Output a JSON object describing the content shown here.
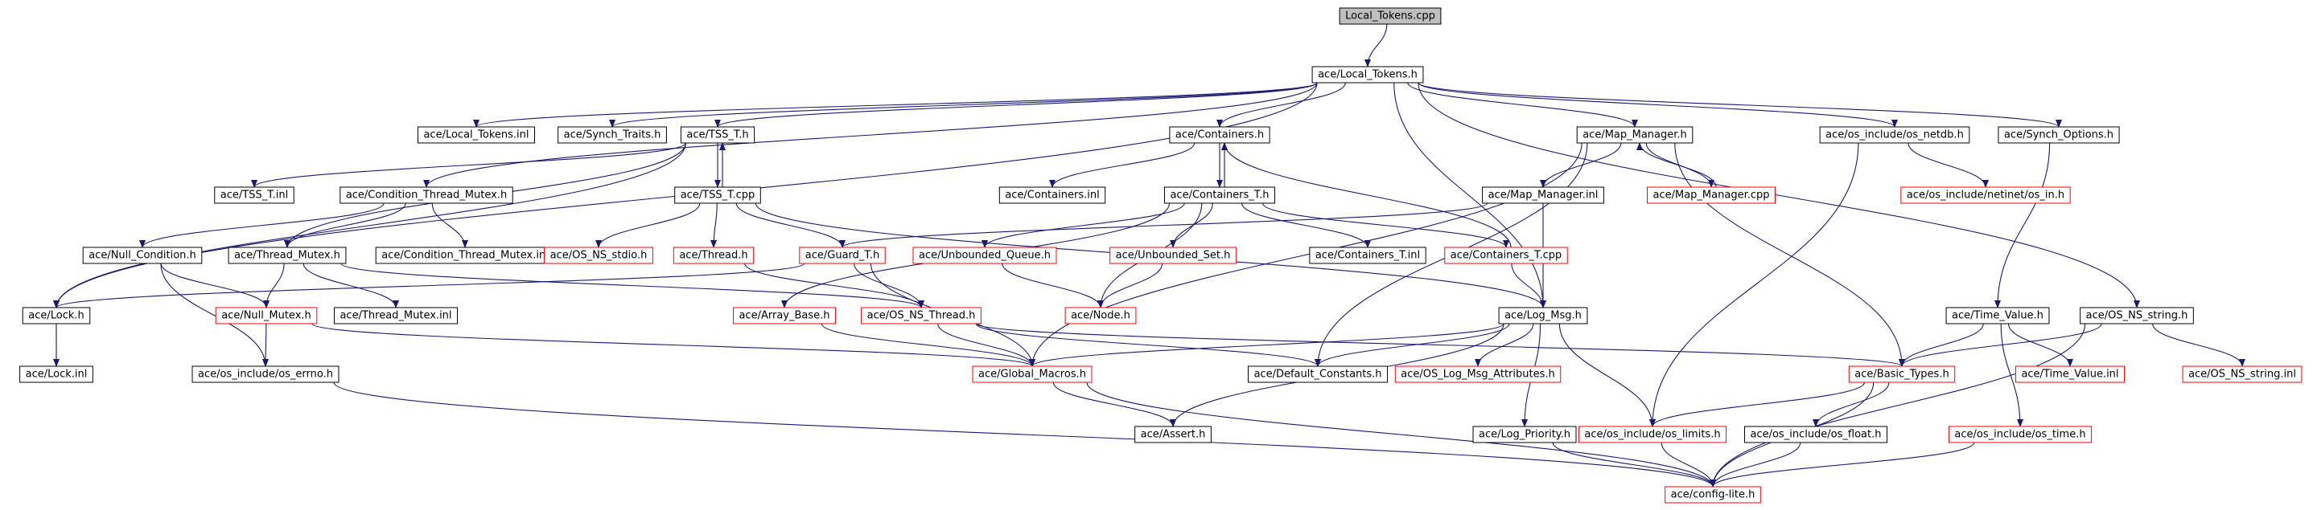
{
  "graph": {
    "nodes": [
      {
        "id": "Local_Tokens.cpp",
        "label": "Local_Tokens.cpp",
        "style": "root"
      },
      {
        "id": "Local_Tokens.h",
        "label": "ace/Local_Tokens.h",
        "style": "black"
      },
      {
        "id": "Local_Tokens.inl",
        "label": "ace/Local_Tokens.inl",
        "style": "black"
      },
      {
        "id": "Synch_Traits.h",
        "label": "ace/Synch_Traits.h",
        "style": "black"
      },
      {
        "id": "TSS_T.h",
        "label": "ace/TSS_T.h",
        "style": "black"
      },
      {
        "id": "Containers.h",
        "label": "ace/Containers.h",
        "style": "black"
      },
      {
        "id": "Map_Manager.h",
        "label": "ace/Map_Manager.h",
        "style": "black"
      },
      {
        "id": "os_netdb.h",
        "label": "ace/os_include/os_netdb.h",
        "style": "black"
      },
      {
        "id": "Synch_Options.h",
        "label": "ace/Synch_Options.h",
        "style": "black"
      },
      {
        "id": "TSS_T.inl",
        "label": "ace/TSS_T.inl",
        "style": "black"
      },
      {
        "id": "Condition_Thread_Mutex.h",
        "label": "ace/Condition_Thread_Mutex.h",
        "style": "black"
      },
      {
        "id": "TSS_T.cpp",
        "label": "ace/TSS_T.cpp",
        "style": "black"
      },
      {
        "id": "Containers.inl",
        "label": "ace/Containers.inl",
        "style": "black"
      },
      {
        "id": "Containers_T.h",
        "label": "ace/Containers_T.h",
        "style": "black"
      },
      {
        "id": "Map_Manager.inl",
        "label": "ace/Map_Manager.inl",
        "style": "black"
      },
      {
        "id": "Map_Manager.cpp",
        "label": "ace/Map_Manager.cpp",
        "style": "red"
      },
      {
        "id": "os_in.h",
        "label": "ace/os_include/netinet/os_in.h",
        "style": "red"
      },
      {
        "id": "Null_Condition.h",
        "label": "ace/Null_Condition.h",
        "style": "black"
      },
      {
        "id": "Thread_Mutex.h",
        "label": "ace/Thread_Mutex.h",
        "style": "black"
      },
      {
        "id": "Condition_Thread_Mutex.inl",
        "label": "ace/Condition_Thread_Mutex.inl",
        "style": "black"
      },
      {
        "id": "OS_NS_stdio.h",
        "label": "ace/OS_NS_stdio.h",
        "style": "red"
      },
      {
        "id": "Thread.h",
        "label": "ace/Thread.h",
        "style": "red"
      },
      {
        "id": "Guard_T.h",
        "label": "ace/Guard_T.h",
        "style": "red"
      },
      {
        "id": "Unbounded_Queue.h",
        "label": "ace/Unbounded_Queue.h",
        "style": "red"
      },
      {
        "id": "Unbounded_Set.h",
        "label": "ace/Unbounded_Set.h",
        "style": "red"
      },
      {
        "id": "Containers_T.inl",
        "label": "ace/Containers_T.inl",
        "style": "black"
      },
      {
        "id": "Containers_T.cpp",
        "label": "ace/Containers_T.cpp",
        "style": "red"
      },
      {
        "id": "Lock.h",
        "label": "ace/Lock.h",
        "style": "black"
      },
      {
        "id": "Null_Mutex.h",
        "label": "ace/Null_Mutex.h",
        "style": "red"
      },
      {
        "id": "Thread_Mutex.inl",
        "label": "ace/Thread_Mutex.inl",
        "style": "black"
      },
      {
        "id": "Array_Base.h",
        "label": "ace/Array_Base.h",
        "style": "red"
      },
      {
        "id": "OS_NS_Thread.h",
        "label": "ace/OS_NS_Thread.h",
        "style": "red"
      },
      {
        "id": "Node.h",
        "label": "ace/Node.h",
        "style": "red"
      },
      {
        "id": "Log_Msg.h",
        "label": "ace/Log_Msg.h",
        "style": "black"
      },
      {
        "id": "Time_Value.h",
        "label": "ace/Time_Value.h",
        "style": "black"
      },
      {
        "id": "OS_NS_string.h",
        "label": "ace/OS_NS_string.h",
        "style": "black"
      },
      {
        "id": "Lock.inl",
        "label": "ace/Lock.inl",
        "style": "black"
      },
      {
        "id": "os_errno.h",
        "label": "ace/os_include/os_errno.h",
        "style": "black"
      },
      {
        "id": "Global_Macros.h",
        "label": "ace/Global_Macros.h",
        "style": "red"
      },
      {
        "id": "Default_Constants.h",
        "label": "ace/Default_Constants.h",
        "style": "black"
      },
      {
        "id": "OS_Log_Msg_Attributes.h",
        "label": "ace/OS_Log_Msg_Attributes.h",
        "style": "red"
      },
      {
        "id": "Basic_Types.h",
        "label": "ace/Basic_Types.h",
        "style": "red"
      },
      {
        "id": "Time_Value.inl",
        "label": "ace/Time_Value.inl",
        "style": "red"
      },
      {
        "id": "OS_NS_string.inl",
        "label": "ace/OS_NS_string.inl",
        "style": "red"
      },
      {
        "id": "Assert.h",
        "label": "ace/Assert.h",
        "style": "black"
      },
      {
        "id": "Log_Priority.h",
        "label": "ace/Log_Priority.h",
        "style": "black"
      },
      {
        "id": "os_limits.h",
        "label": "ace/os_include/os_limits.h",
        "style": "red"
      },
      {
        "id": "os_float.h",
        "label": "ace/os_include/os_float.h",
        "style": "black"
      },
      {
        "id": "os_time.h",
        "label": "ace/os_include/os_time.h",
        "style": "red"
      },
      {
        "id": "config-lite.h",
        "label": "ace/config-lite.h",
        "style": "red"
      }
    ],
    "edges": [
      [
        "Local_Tokens.cpp",
        "Local_Tokens.h"
      ],
      [
        "Local_Tokens.h",
        "Local_Tokens.inl"
      ],
      [
        "Local_Tokens.h",
        "Synch_Traits.h"
      ],
      [
        "Local_Tokens.h",
        "TSS_T.h"
      ],
      [
        "Local_Tokens.h",
        "Containers.h"
      ],
      [
        "Local_Tokens.h",
        "Map_Manager.h"
      ],
      [
        "Local_Tokens.h",
        "os_netdb.h"
      ],
      [
        "Local_Tokens.h",
        "Synch_Options.h"
      ],
      [
        "Local_Tokens.h",
        "Condition_Thread_Mutex.h"
      ],
      [
        "Local_Tokens.h",
        "Lock.h"
      ],
      [
        "Local_Tokens.h",
        "Log_Msg.h"
      ],
      [
        "Local_Tokens.h",
        "OS_NS_string.h"
      ],
      [
        "TSS_T.h",
        "TSS_T.inl"
      ],
      [
        "TSS_T.h",
        "TSS_T.cpp"
      ],
      [
        "TSS_T.h",
        "Thread_Mutex.h"
      ],
      [
        "TSS_T.h",
        "Lock.h"
      ],
      [
        "TSS_T.cpp",
        "TSS_T.h"
      ],
      [
        "TSS_T.cpp",
        "OS_NS_stdio.h"
      ],
      [
        "TSS_T.cpp",
        "Thread.h"
      ],
      [
        "TSS_T.cpp",
        "Guard_T.h"
      ],
      [
        "TSS_T.cpp",
        "Log_Msg.h"
      ],
      [
        "Condition_Thread_Mutex.h",
        "Condition_Thread_Mutex.inl"
      ],
      [
        "Condition_Thread_Mutex.h",
        "Thread_Mutex.h"
      ],
      [
        "Condition_Thread_Mutex.h",
        "Null_Condition.h"
      ],
      [
        "Null_Condition.h",
        "Null_Mutex.h"
      ],
      [
        "Null_Condition.h",
        "os_errno.h"
      ],
      [
        "Thread_Mutex.h",
        "Thread_Mutex.inl"
      ],
      [
        "Thread_Mutex.h",
        "Null_Mutex.h"
      ],
      [
        "Thread_Mutex.h",
        "OS_NS_Thread.h"
      ],
      [
        "Null_Mutex.h",
        "os_errno.h"
      ],
      [
        "Null_Mutex.h",
        "Global_Macros.h"
      ],
      [
        "Lock.h",
        "Lock.inl"
      ],
      [
        "Guard_T.h",
        "Lock.h"
      ],
      [
        "Guard_T.h",
        "OS_NS_Thread.h"
      ],
      [
        "Guard_T.h",
        "Global_Macros.h"
      ],
      [
        "Thread.h",
        "OS_NS_Thread.h"
      ],
      [
        "Containers.h",
        "Containers.inl"
      ],
      [
        "Containers.h",
        "Containers_T.h"
      ],
      [
        "Containers_T.h",
        "Containers.h"
      ],
      [
        "Containers_T.h",
        "Array_Base.h"
      ],
      [
        "Containers_T.h",
        "Unbounded_Queue.h"
      ],
      [
        "Containers_T.h",
        "Unbounded_Set.h"
      ],
      [
        "Containers_T.h",
        "Node.h"
      ],
      [
        "Containers_T.h",
        "Containers_T.inl"
      ],
      [
        "Containers_T.h",
        "Containers_T.cpp"
      ],
      [
        "Containers_T.cpp",
        "Containers.h"
      ],
      [
        "Containers_T.cpp",
        "Log_Msg.h"
      ],
      [
        "Unbounded_Queue.h",
        "Node.h"
      ],
      [
        "Unbounded_Set.h",
        "Node.h"
      ],
      [
        "Array_Base.h",
        "Global_Macros.h"
      ],
      [
        "OS_NS_Thread.h",
        "Global_Macros.h"
      ],
      [
        "OS_NS_Thread.h",
        "Default_Constants.h"
      ],
      [
        "OS_NS_Thread.h",
        "Basic_Types.h"
      ],
      [
        "Map_Manager.h",
        "Map_Manager.inl"
      ],
      [
        "Map_Manager.h",
        "Map_Manager.cpp"
      ],
      [
        "Map_Manager.h",
        "Global_Macros.h"
      ],
      [
        "Map_Manager.h",
        "Default_Constants.h"
      ],
      [
        "Map_Manager.h",
        "Basic_Types.h"
      ],
      [
        "Map_Manager.cpp",
        "Map_Manager.h"
      ],
      [
        "Map_Manager.inl",
        "Guard_T.h"
      ],
      [
        "Map_Manager.inl",
        "Log_Msg.h"
      ],
      [
        "Log_Msg.h",
        "Global_Macros.h"
      ],
      [
        "Log_Msg.h",
        "Default_Constants.h"
      ],
      [
        "Log_Msg.h",
        "OS_Log_Msg_Attributes.h"
      ],
      [
        "Log_Msg.h",
        "Log_Priority.h"
      ],
      [
        "Log_Msg.h",
        "os_limits.h"
      ],
      [
        "Log_Msg.h",
        "Assert.h"
      ],
      [
        "os_netdb.h",
        "os_in.h"
      ],
      [
        "os_netdb.h",
        "os_limits.h"
      ],
      [
        "Synch_Options.h",
        "Time_Value.h"
      ],
      [
        "Time_Value.h",
        "Basic_Types.h"
      ],
      [
        "Time_Value.h",
        "Time_Value.inl"
      ],
      [
        "Time_Value.h",
        "os_time.h"
      ],
      [
        "OS_NS_string.h",
        "Basic_Types.h"
      ],
      [
        "OS_NS_string.h",
        "OS_NS_string.inl"
      ],
      [
        "OS_NS_string.h",
        "config-lite.h"
      ],
      [
        "Basic_Types.h",
        "os_limits.h"
      ],
      [
        "Basic_Types.h",
        "os_float.h"
      ],
      [
        "Basic_Types.h",
        "config-lite.h"
      ],
      [
        "Global_Macros.h",
        "Assert.h"
      ],
      [
        "Global_Macros.h",
        "config-lite.h"
      ],
      [
        "os_errno.h",
        "config-lite.h"
      ],
      [
        "Log_Priority.h",
        "config-lite.h"
      ],
      [
        "os_limits.h",
        "config-lite.h"
      ],
      [
        "os_float.h",
        "config-lite.h"
      ],
      [
        "os_time.h",
        "config-lite.h"
      ]
    ]
  }
}
